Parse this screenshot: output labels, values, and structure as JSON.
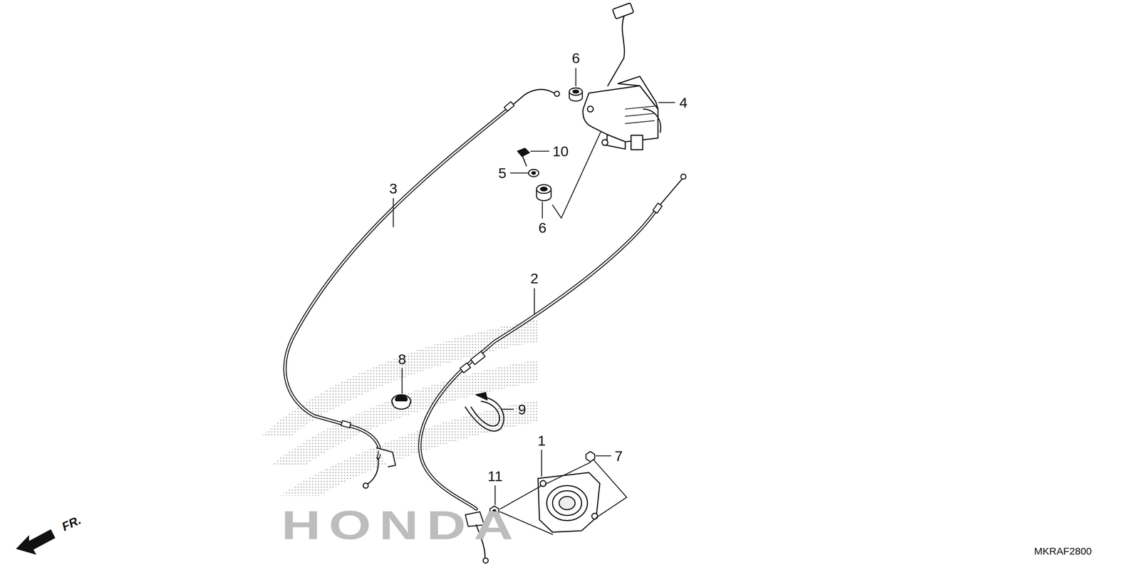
{
  "diagram": {
    "labels": [
      "6",
      "4",
      "10",
      "5",
      "3",
      "6",
      "2",
      "8",
      "9",
      "1",
      "7",
      "11",
      "FR.",
      "MKRAF2800",
      "HONDA"
    ]
  }
}
